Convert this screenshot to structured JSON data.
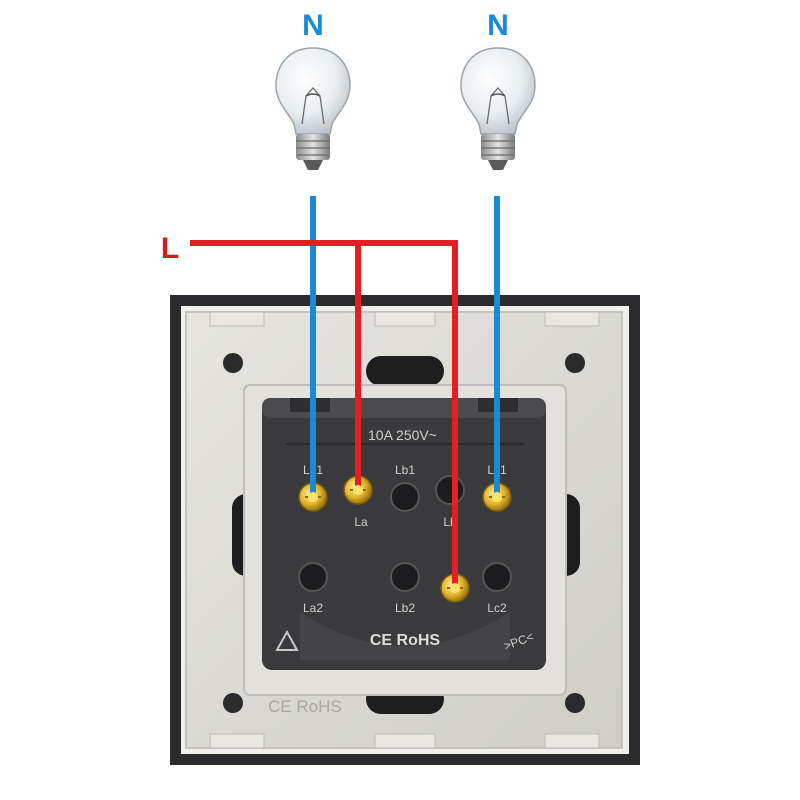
{
  "lamps": [
    {
      "label": "N"
    },
    {
      "label": "N"
    }
  ],
  "live": {
    "label": "L"
  },
  "module": {
    "rating": "10A  250V~",
    "terminals": {
      "lb1_left": "Lb1",
      "la": "La",
      "lb1_mid": "Lb1",
      "lb": "Lb",
      "lc1": "Lc1",
      "la2": "La2",
      "lb2": "Lb2",
      "lc2": "Lc2"
    },
    "cert": "CE RoHS",
    "pc": ">PC<"
  },
  "plate": {
    "cert": "CE RoHS"
  },
  "colors": {
    "neutral": "#1a8ad4",
    "live": "#e31e24",
    "label_blue": "#1a8ad4",
    "label_red": "#d7191c",
    "frame": "#2b2b2d",
    "plate": "#dcdbd6",
    "module": "#3a3a3c",
    "brass": "#e2b52c"
  }
}
